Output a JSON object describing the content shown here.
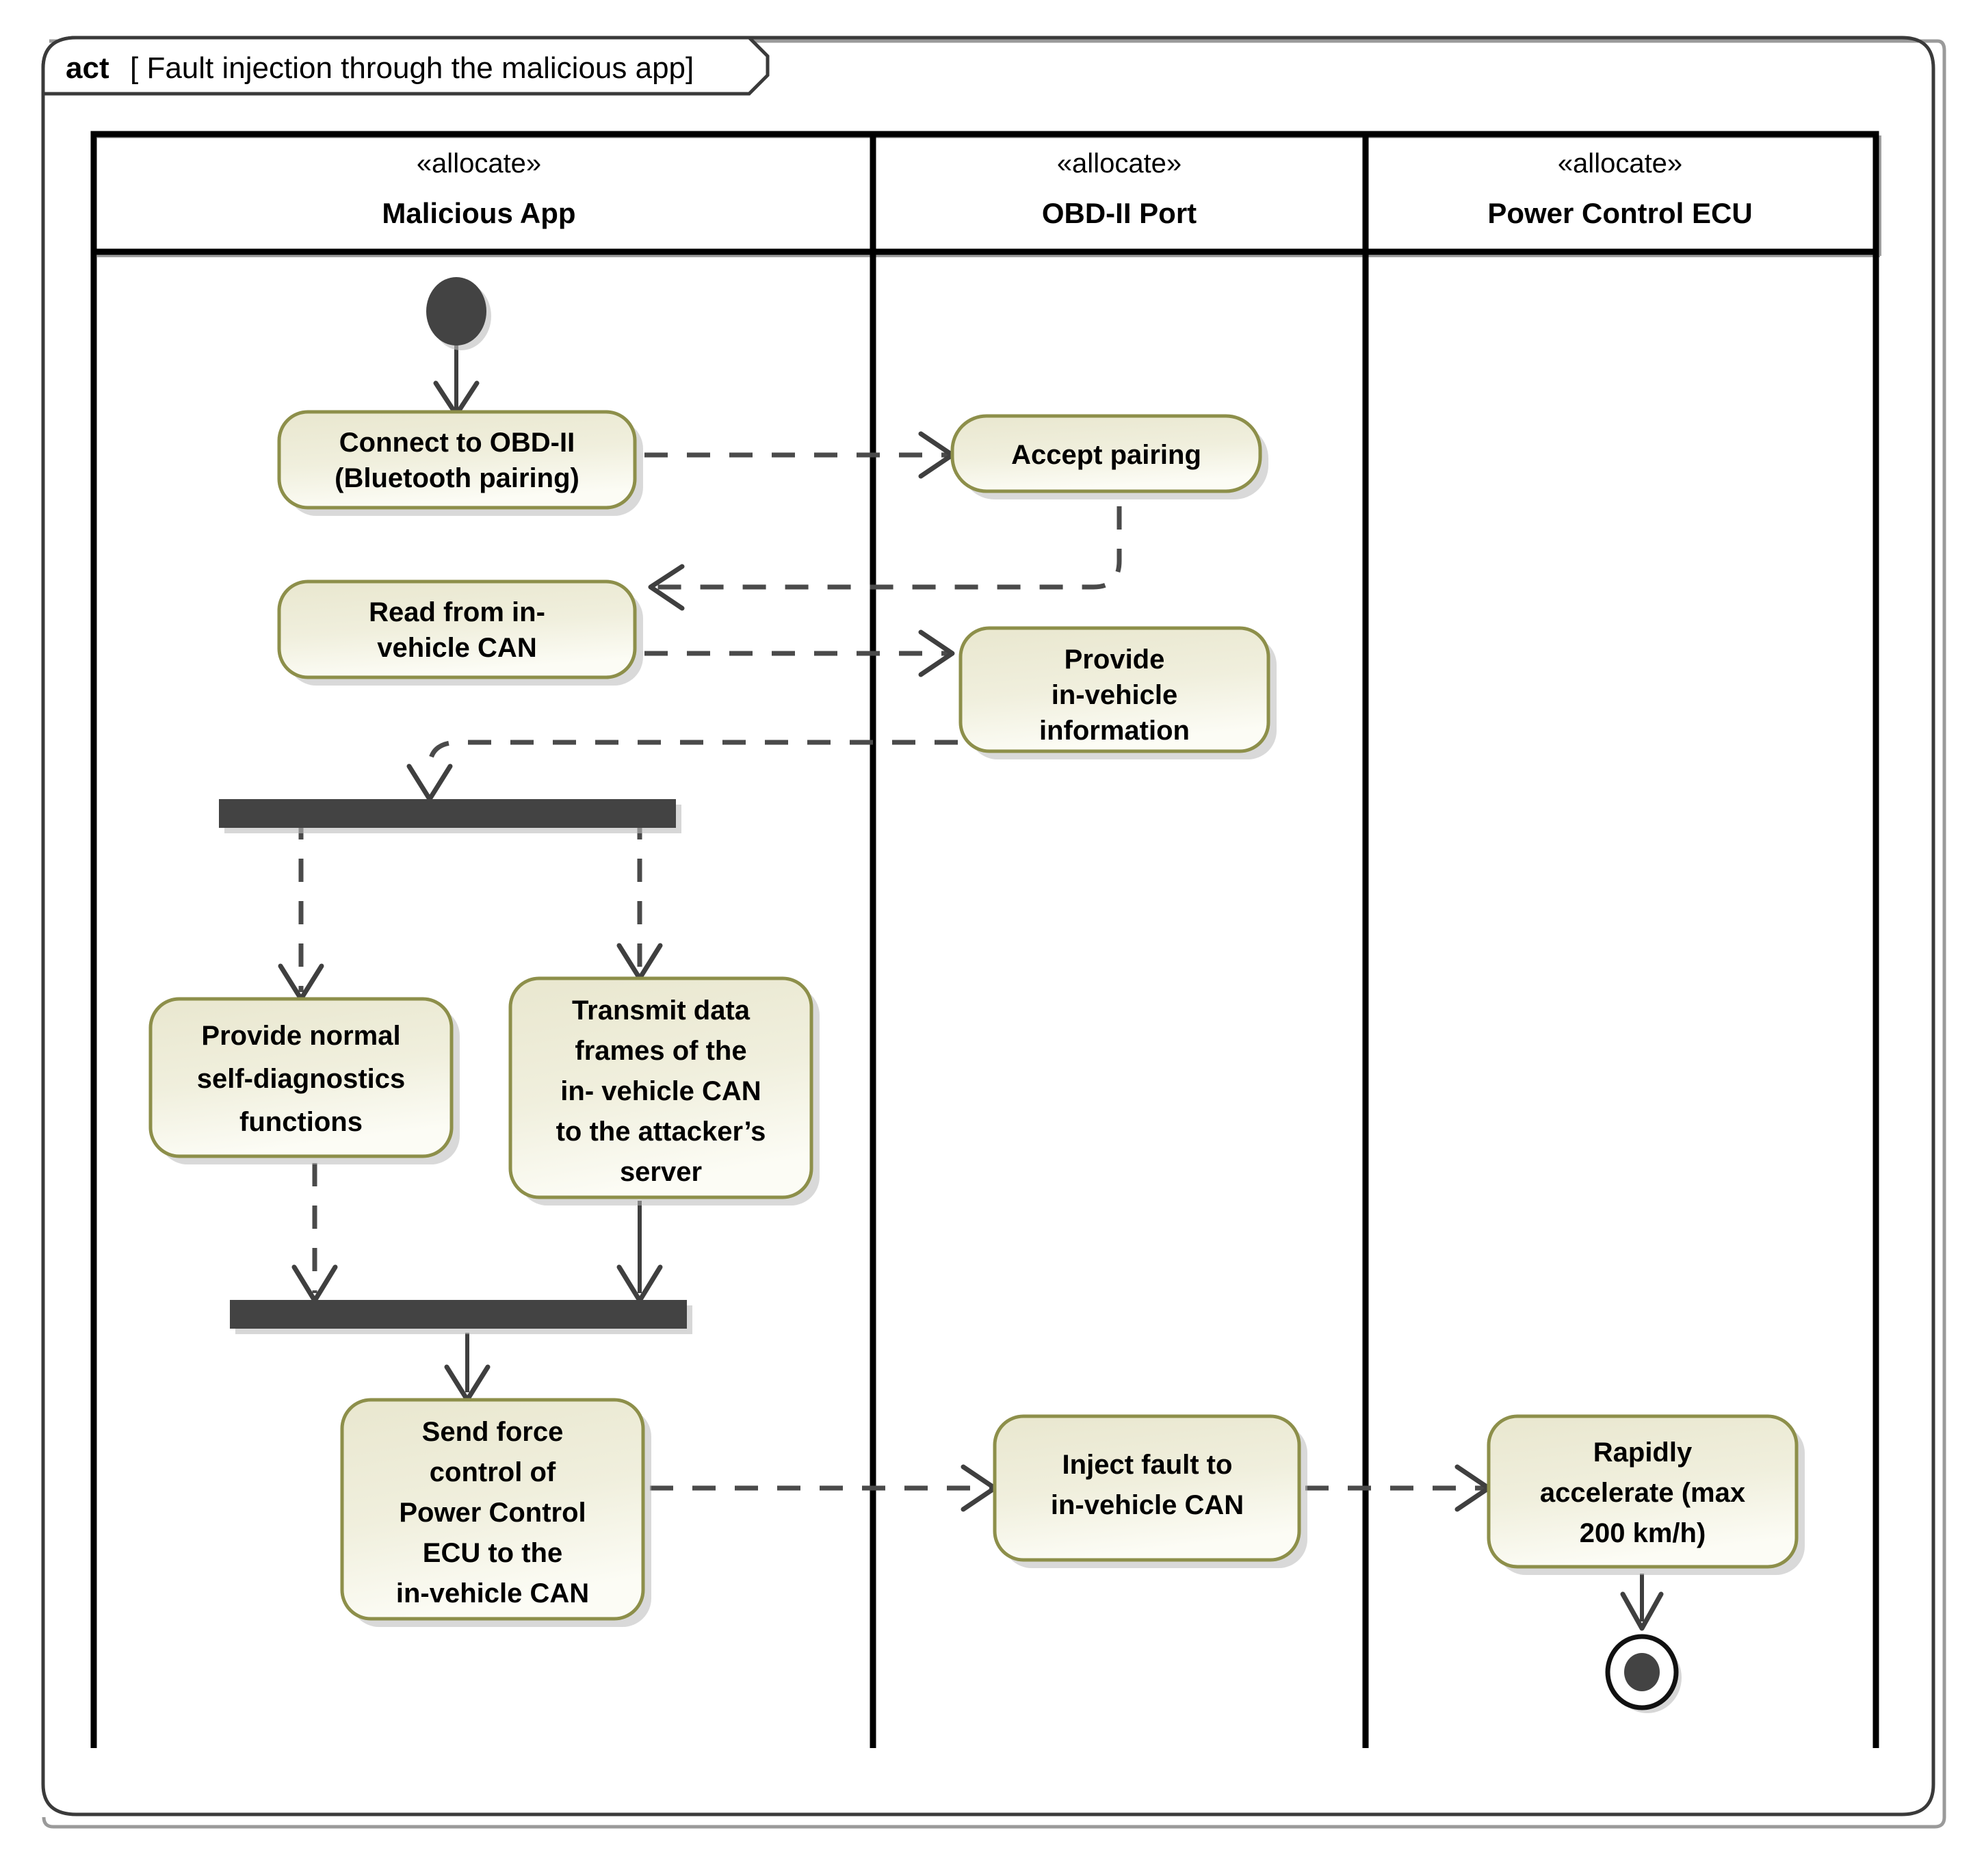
{
  "diagram": {
    "kind_keyword": "act",
    "title": "[ Fault injection through the malicious app]",
    "type": "uml-activity-diagram-swimlanes"
  },
  "lanes": [
    {
      "stereotype": "«allocate»",
      "name": "Malicious App"
    },
    {
      "stereotype": "«allocate»",
      "name": "OBD-II Port"
    },
    {
      "stereotype": "«allocate»",
      "name": "Power Control ECU"
    }
  ],
  "nodes": {
    "initial": {
      "kind": "initial-node",
      "lane": "Malicious App"
    },
    "connect_obd": {
      "kind": "action",
      "lane": "Malicious App",
      "lines": [
        "Connect to OBD-II",
        "(Bluetooth pairing)"
      ]
    },
    "accept_pairing": {
      "kind": "action",
      "lane": "OBD-II Port",
      "lines": [
        "Accept pairing"
      ]
    },
    "read_can": {
      "kind": "action",
      "lane": "Malicious App",
      "lines": [
        "Read from in-",
        "vehicle CAN"
      ]
    },
    "provide_info": {
      "kind": "action",
      "lane": "OBD-II Port",
      "lines": [
        "Provide",
        "in-vehicle",
        "information"
      ]
    },
    "fork": {
      "kind": "fork-bar",
      "lane": "Malicious App"
    },
    "self_diag": {
      "kind": "action",
      "lane": "Malicious App",
      "lines": [
        "Provide normal",
        "self-diagnostics",
        "functions"
      ]
    },
    "transmit": {
      "kind": "action",
      "lane": "Malicious App",
      "lines": [
        "Transmit data",
        "frames of the",
        "in- vehicle CAN",
        "to the attacker’s",
        "server"
      ]
    },
    "join": {
      "kind": "join-bar",
      "lane": "Malicious App"
    },
    "send_force": {
      "kind": "action",
      "lane": "Malicious App",
      "lines": [
        "Send force",
        "control of",
        "Power Control",
        "ECU to the",
        "in-vehicle CAN"
      ]
    },
    "inject_fault": {
      "kind": "action",
      "lane": "OBD-II Port",
      "lines": [
        "Inject fault to",
        "in-vehicle CAN"
      ]
    },
    "rapid_accel": {
      "kind": "action",
      "lane": "Power Control ECU",
      "lines": [
        "Rapidly",
        "accelerate (max",
        "200 km/h)"
      ]
    },
    "final": {
      "kind": "activity-final-node",
      "lane": "Power Control ECU"
    }
  },
  "edges": [
    {
      "from": "initial",
      "to": "connect_obd",
      "style": "solid"
    },
    {
      "from": "connect_obd",
      "to": "accept_pairing",
      "style": "dashed"
    },
    {
      "from": "accept_pairing",
      "to": "read_can",
      "style": "dashed"
    },
    {
      "from": "read_can",
      "to": "provide_info",
      "style": "dashed"
    },
    {
      "from": "provide_info",
      "to": "fork",
      "style": "dashed"
    },
    {
      "from": "fork",
      "to": "self_diag",
      "style": "dashed"
    },
    {
      "from": "fork",
      "to": "transmit",
      "style": "dashed"
    },
    {
      "from": "self_diag",
      "to": "join",
      "style": "dashed"
    },
    {
      "from": "transmit",
      "to": "join",
      "style": "solid"
    },
    {
      "from": "join",
      "to": "send_force",
      "style": "solid"
    },
    {
      "from": "send_force",
      "to": "inject_fault",
      "style": "dashed"
    },
    {
      "from": "inject_fault",
      "to": "rapid_accel",
      "style": "dashed"
    },
    {
      "from": "rapid_accel",
      "to": "final",
      "style": "solid"
    }
  ],
  "colors": {
    "node_fill_top": "#EBE9D2",
    "node_fill_bottom": "#FAFAF2",
    "node_border": "#8D8F4A",
    "bar": "#434343",
    "frame": "#3A3A3A",
    "lane_divider": "#000000",
    "edge": "#4A4A4A",
    "background": "#FFFFFF"
  }
}
